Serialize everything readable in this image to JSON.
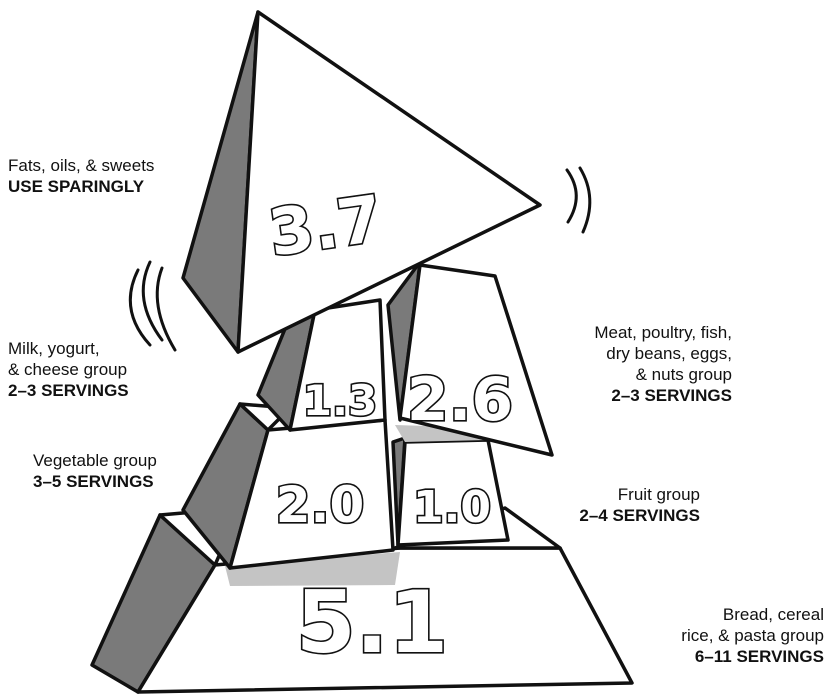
{
  "groups": [
    {
      "id": "fats",
      "name": "Fats, oils, & sweets",
      "servings": "USE SPARINGLY",
      "value": "3.7"
    },
    {
      "id": "milk",
      "name_lines": [
        "Milk, yogurt,",
        "& cheese group"
      ],
      "servings": "2–3 SERVINGS",
      "value": "1.3"
    },
    {
      "id": "meat",
      "name_lines": [
        "Meat, poultry, fish,",
        "dry beans, eggs,",
        "& nuts group"
      ],
      "servings": "2–3 SERVINGS",
      "value": "2.6"
    },
    {
      "id": "vegetable",
      "name": "Vegetable group",
      "servings": "3–5 SERVINGS",
      "value": "2.0"
    },
    {
      "id": "fruit",
      "name": "Fruit group",
      "servings": "2–4 SERVINGS",
      "value": "1.0"
    },
    {
      "id": "bread",
      "name_lines": [
        "Bread, cereal",
        "rice, & pasta group"
      ],
      "servings": "6–11 SERVINGS",
      "value": "5.1"
    }
  ],
  "colors": {
    "outline": "#111111",
    "shade": "#7a7a7a",
    "shadow": "#c4c4c4",
    "face": "#ffffff"
  }
}
